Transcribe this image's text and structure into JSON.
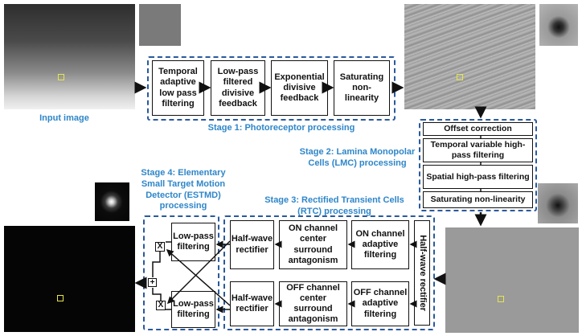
{
  "input": {
    "caption": "Input image"
  },
  "stage1": {
    "label": "Stage 1: Photoreceptor processing",
    "boxes": [
      "Temporal adaptive low pass filtering",
      "Low-pass filtered divisive feedback",
      "Exponential divisive feedback",
      "Saturating non-linearity"
    ]
  },
  "stage2": {
    "label": "Stage 2: Lamina Monopolar Cells (LMC) processing",
    "boxes": [
      "Offset correction",
      "Temporal variable high-pass filtering",
      "Spatial high-pass filtering",
      "Saturating non-linearity"
    ]
  },
  "stage3": {
    "label": "Stage 3: Rectified Transient Cells (RTC) processing",
    "hwr_vertical": "Half-wave rectifier",
    "on_adaptive": "ON channel adaptive filtering",
    "off_adaptive": "OFF channel adaptive filtering",
    "on_csa": "ON channel center surround antagonism",
    "off_csa": "OFF channel center surround antagonism",
    "hwr_top": "Half-wave rectifier",
    "hwr_bottom": "Half-wave rectifier"
  },
  "stage4": {
    "label": "Stage 4: Elementary Small Target Motion Detector (ESTMD) processing",
    "lp_top": "Low-pass filtering",
    "lp_bottom": "Low-pass filtering",
    "mult_symbol": "X",
    "sum_symbol": "+"
  },
  "colors": {
    "label_blue": "#2e86c9",
    "dash_blue": "#2a5a9c",
    "target_yellow": "#e6e64a"
  }
}
